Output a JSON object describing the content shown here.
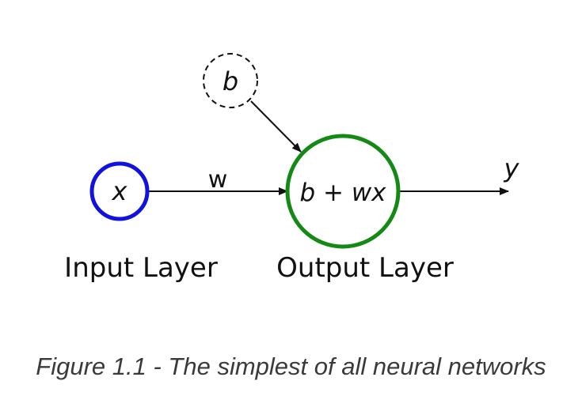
{
  "diagram": {
    "input_node": {
      "label": "x",
      "color": "#1212e0"
    },
    "bias_node": {
      "label": "b",
      "style": "dashed",
      "color": "#111111"
    },
    "output_node": {
      "label": "b + wx",
      "color": "#138a13"
    },
    "weight_label": "w",
    "output_label": "y",
    "input_layer_label": "Input Layer",
    "output_layer_label": "Output Layer"
  },
  "caption": "Figure 1.1 - The simplest of all neural networks"
}
